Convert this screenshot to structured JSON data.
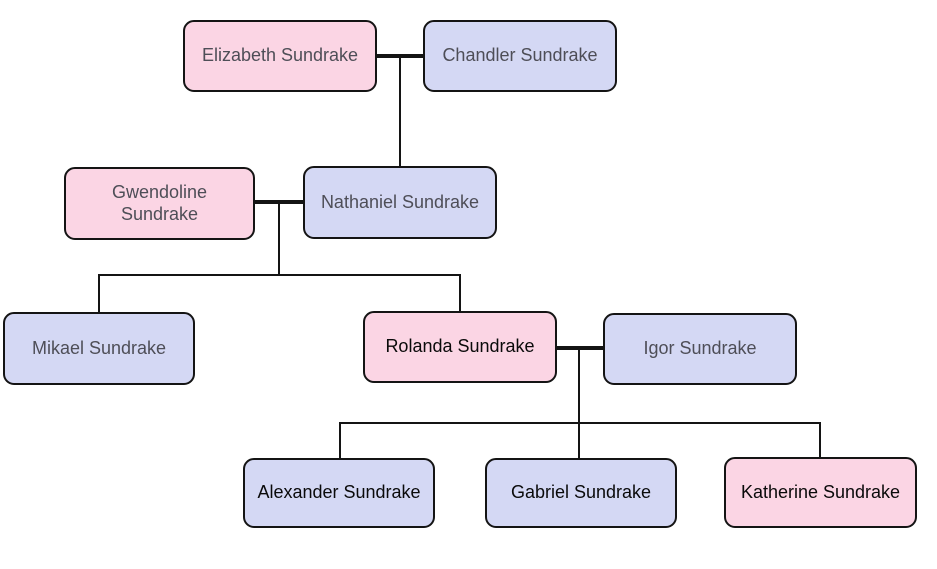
{
  "tree": {
    "family_name": "Sundrake",
    "colors": {
      "pink_fill": "#fbd5e4",
      "lavender_fill": "#d4d8f4",
      "border": "#141414",
      "line": "#141414",
      "text_muted": "#4e4e57",
      "text_dark": "#0a0a0a",
      "background": "#ffffff"
    },
    "nodes": [
      {
        "id": "elizabeth-sundrake",
        "label": "Elizabeth Sundrake",
        "fill": "pink",
        "text_tone": "muted"
      },
      {
        "id": "chandler-sundrake",
        "label": "Chandler Sundrake",
        "fill": "lavender",
        "text_tone": "muted"
      },
      {
        "id": "gwendoline-sundrake",
        "label": "Gwendoline\nSundrake",
        "fill": "pink",
        "text_tone": "muted"
      },
      {
        "id": "nathaniel-sundrake",
        "label": "Nathaniel Sundrake",
        "fill": "lavender",
        "text_tone": "muted"
      },
      {
        "id": "mikael-sundrake",
        "label": "Mikael Sundrake",
        "fill": "lavender",
        "text_tone": "muted"
      },
      {
        "id": "rolanda-sundrake",
        "label": "Rolanda Sundrake",
        "fill": "pink",
        "text_tone": "dark"
      },
      {
        "id": "igor-sundrake",
        "label": "Igor Sundrake",
        "fill": "lavender",
        "text_tone": "muted"
      },
      {
        "id": "alexander-sundrake",
        "label": "Alexander Sundrake",
        "fill": "lavender",
        "text_tone": "dark"
      },
      {
        "id": "gabriel-sundrake",
        "label": "Gabriel Sundrake",
        "fill": "lavender",
        "text_tone": "dark"
      },
      {
        "id": "katherine-sundrake",
        "label": "Katherine Sundrake",
        "fill": "pink",
        "text_tone": "dark"
      }
    ],
    "relationships": [
      {
        "couple": [
          "Elizabeth Sundrake",
          "Chandler Sundrake"
        ],
        "children": [
          "Nathaniel Sundrake"
        ]
      },
      {
        "couple": [
          "Gwendoline Sundrake",
          "Nathaniel Sundrake"
        ],
        "children": [
          "Mikael Sundrake",
          "Rolanda Sundrake"
        ]
      },
      {
        "couple": [
          "Rolanda Sundrake",
          "Igor Sundrake"
        ],
        "children": [
          "Alexander Sundrake",
          "Gabriel Sundrake",
          "Katherine Sundrake"
        ]
      }
    ]
  }
}
